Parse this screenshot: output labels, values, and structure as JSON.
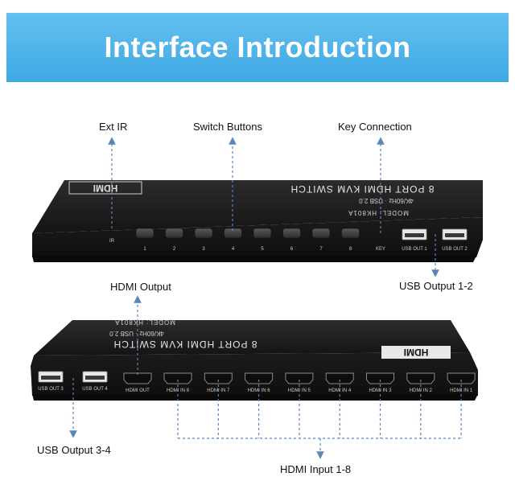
{
  "banner": {
    "title": "Interface Introduction"
  },
  "front_panel": {
    "logo": "HDMI",
    "product_line1": "8 PORT HDMI KVM SWITCH",
    "product_line2": "4K/60Hz · USB 2.0",
    "model": "MODEL: HK801A",
    "ir_label": "IR",
    "key_label": "KEY",
    "usb_out_1": "USB OUT 1",
    "usb_out_2": "USB OUT 2",
    "button_numbers": [
      "1",
      "2",
      "3",
      "4",
      "5",
      "6",
      "7",
      "8"
    ]
  },
  "back_panel": {
    "logo": "HDMI",
    "product_line1": "8 PORT HDMI KVM SWITCH",
    "product_line2": "4K/60Hz · USB 2.0",
    "model": "MODEL: HK801A",
    "usb_out_3": "USB OUT 3",
    "usb_out_4": "USB OUT 4",
    "hdmi_out": "HDMI OUT",
    "hdmi_inputs": [
      "HDMI IN 8",
      "HDMI IN 7",
      "HDMI IN 6",
      "HDMI IN 5",
      "HDMI IN 4",
      "HDMI IN 3",
      "HDMI IN 2",
      "HDMI IN 1"
    ]
  },
  "callouts": {
    "ext_ir": "Ext IR",
    "switch_buttons": "Switch Buttons",
    "key_connection": "Key Connection",
    "usb_output_1_2": "USB Output 1-2",
    "hdmi_output": "HDMI Output",
    "usb_output_3_4": "USB Output 3-4",
    "hdmi_input_1_8": "HDMI Input 1-8"
  },
  "colors": {
    "banner": "#4db3ea",
    "arrow": "#5b86b8",
    "device": "#1a1a1a"
  }
}
